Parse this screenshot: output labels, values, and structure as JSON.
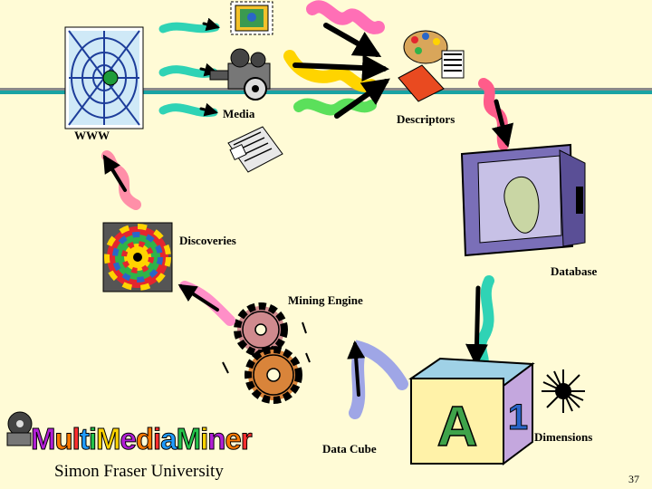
{
  "labels": {
    "www": "WWW",
    "media": "Media",
    "descriptors": "Descriptors",
    "database": "Database",
    "discoveries": "Discoveries",
    "mining_engine": "Mining Engine",
    "data_cube": "Data Cube",
    "dimensions": "Dimensions"
  },
  "brand": {
    "text": "MultiMediaMiner",
    "colors": [
      "#b21fd6",
      "#ff7a00",
      "#ff2f2f",
      "#1f9cff",
      "#24c24a",
      "#ffd400",
      "#b21fd6",
      "#ff7a00",
      "#ff2f2f",
      "#1f9cff",
      "#24c24a",
      "#ffd400",
      "#b21fd6",
      "#ff7a00",
      "#ff2f2f"
    ]
  },
  "footer": {
    "institution": "Simon Fraser University",
    "page_number": "37"
  },
  "colors": {
    "background": "#fffbd6",
    "rule_gray": "#8a8a8a",
    "rule_teal": "#1aa3a3"
  },
  "icons": [
    "spider-web-icon",
    "postage-stamp-icon",
    "film-projector-icon",
    "newspaper-icon",
    "artist-palette-icon",
    "vault-safe-icon",
    "color-wheel-icon",
    "gears-icon",
    "alphabet-block-icon",
    "starburst-icon",
    "film-reel-icon"
  ]
}
